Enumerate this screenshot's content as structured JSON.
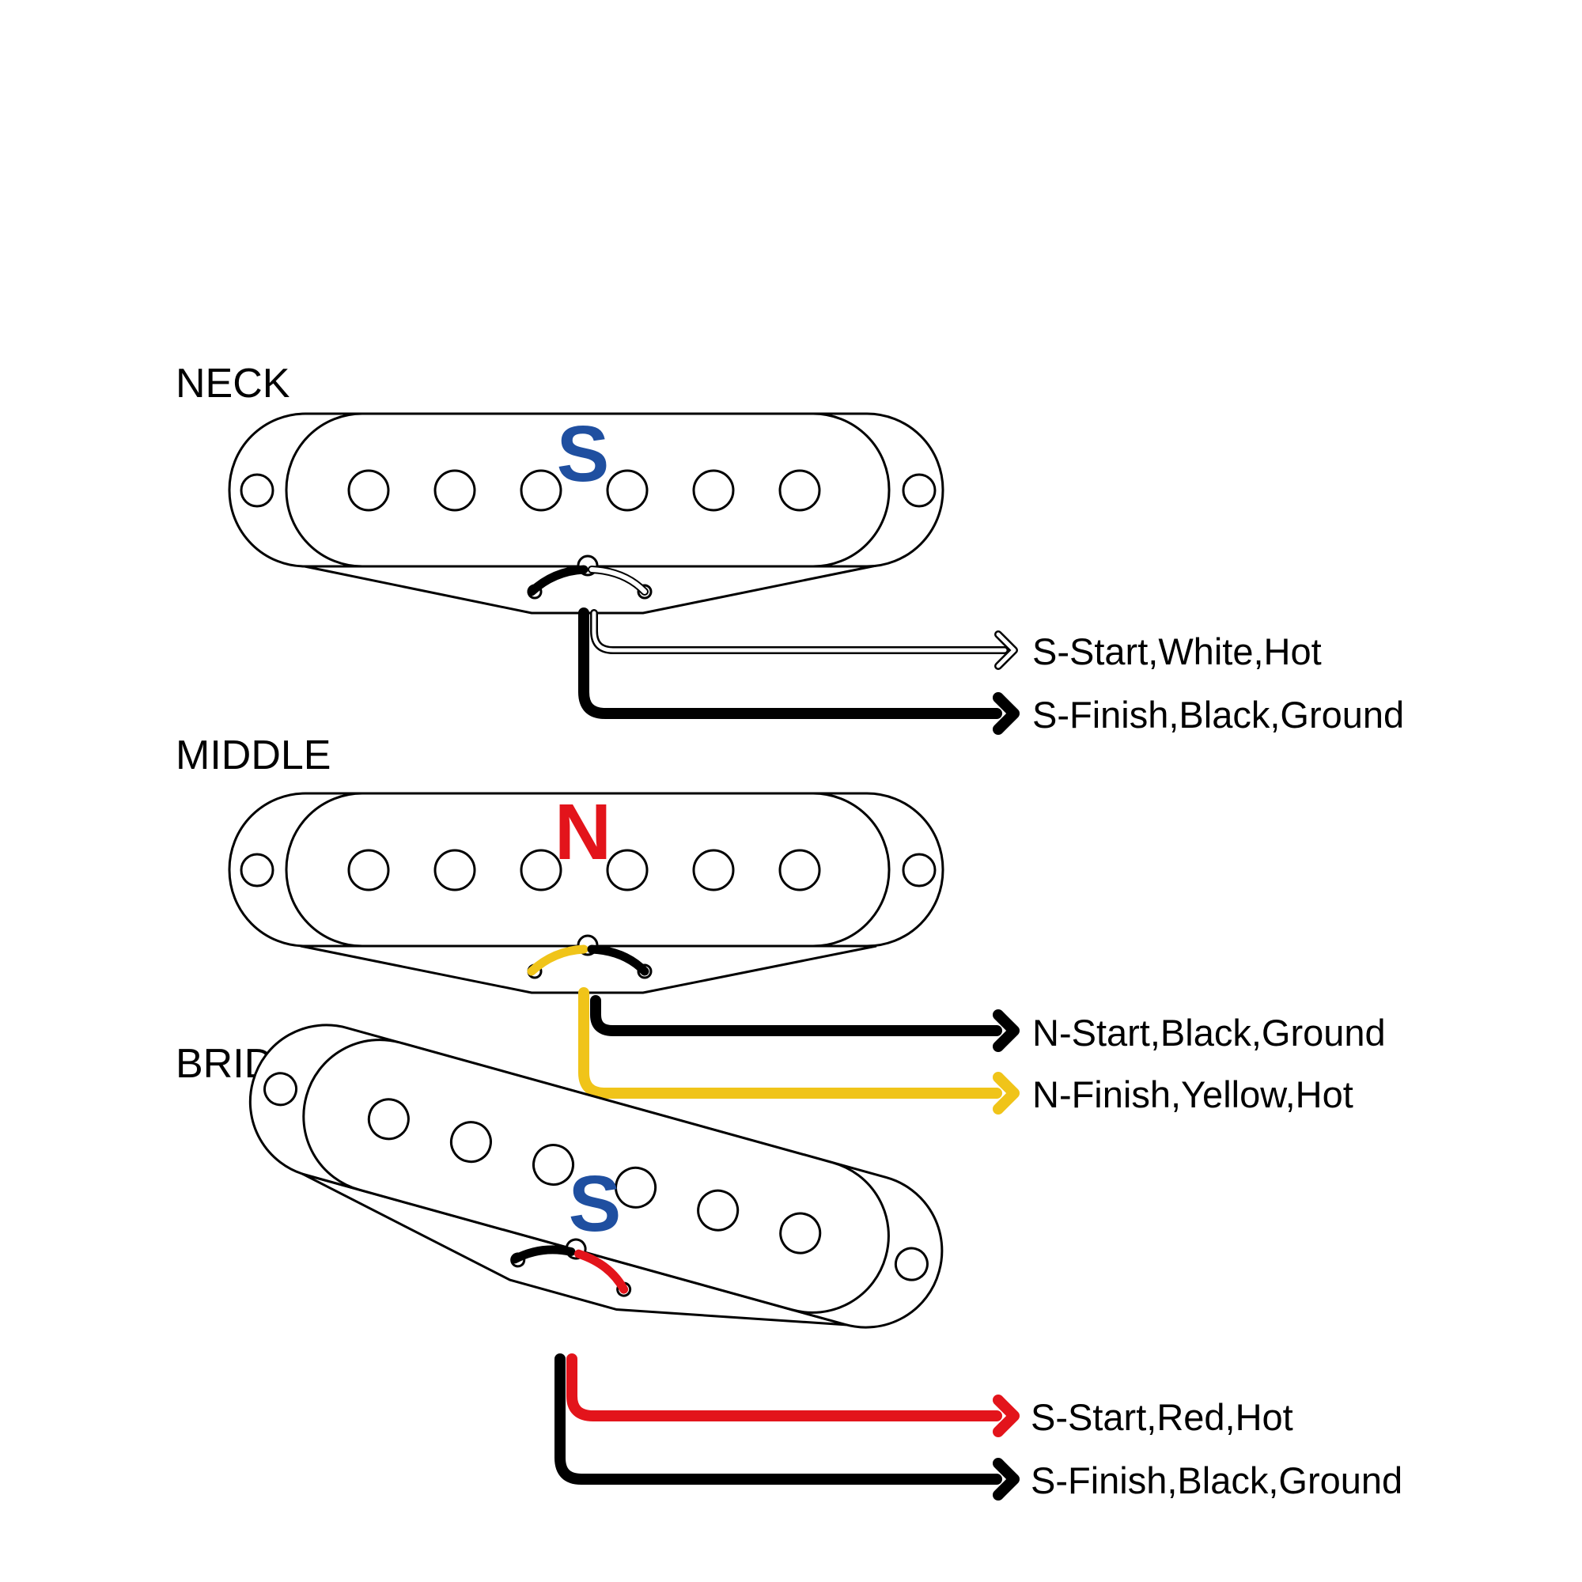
{
  "colors": {
    "south_blue": "#1f4fa0",
    "north_red": "#e3141b",
    "wire_black": "#000000",
    "wire_white": "#ffffff",
    "wire_yellow": "#f0c419",
    "wire_red": "#e3141b"
  },
  "pickups": [
    {
      "label": "NECK",
      "polarity": "S",
      "wires": [
        {
          "text": "S-Start,White,Hot",
          "color": "white"
        },
        {
          "text": "S-Finish,Black,Ground",
          "color": "black"
        }
      ]
    },
    {
      "label": "MIDDLE",
      "polarity": "N",
      "wires": [
        {
          "text": "N-Start,Black,Ground",
          "color": "black"
        },
        {
          "text": "N-Finish,Yellow,Hot",
          "color": "yellow"
        }
      ]
    },
    {
      "label": "BRIDGE",
      "polarity": "S",
      "wires": [
        {
          "text": "S-Start,Red,Hot",
          "color": "red"
        },
        {
          "text": "S-Finish,Black,Ground",
          "color": "black"
        }
      ]
    }
  ]
}
